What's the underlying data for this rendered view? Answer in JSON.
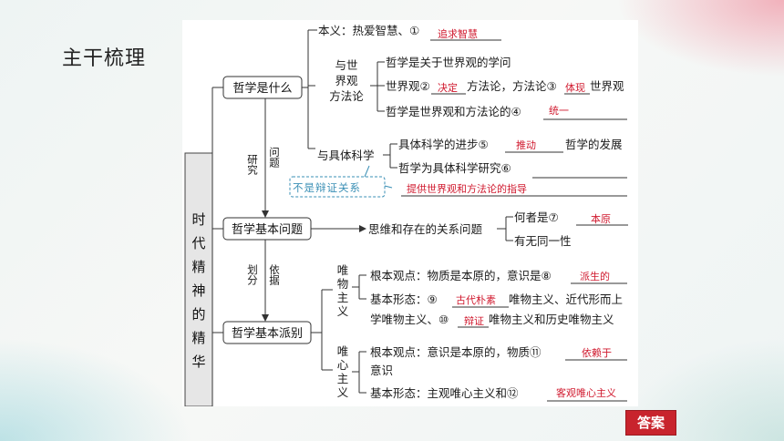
{
  "section_title": "主干梳理",
  "root": "时代精神的精华",
  "nodes": {
    "what": "哲学是什么",
    "basic_question": "哲学基本问题",
    "basic_schools": "哲学基本派别"
  },
  "edge_labels": {
    "research_1": "研究",
    "research_2": "问题",
    "divide_1": "划分",
    "divide_2": "依据",
    "not_dialectic": "不是辩证关系"
  },
  "what_branch": {
    "original_meaning": "本义：热爱智慧、①",
    "ans1": "追求智慧",
    "worldview_group": [
      "与世",
      "界观",
      "方法论"
    ],
    "wv_line1": "哲学是关于世界观的学问",
    "wv_line2_a": "世界观②",
    "ans2": "决定",
    "wv_line2_b": "方法论，方法论③",
    "ans3": "体现",
    "wv_line2_c": "世界观",
    "wv_line3": "哲学是世界观和方法论的④",
    "ans4": "统一",
    "science_group": "与具体科学",
    "sci_line1_a": "具体科学的进步⑤",
    "ans5": "推动",
    "sci_line1_b": "哲学的发展",
    "sci_line2": "哲学为具体科学研究⑥",
    "ans6": "提供世界观和方法论的指导"
  },
  "question_branch": {
    "relation": "思维和存在的关系问题",
    "q1": "何者是⑦",
    "ans7": "本原",
    "q2": "有无同一性"
  },
  "schools_branch": {
    "materialism": [
      "唯",
      "物",
      "主",
      "义"
    ],
    "m_line1": "根本观点：物质是本原的，意识是⑧",
    "ans8": "派生的",
    "m_line2_a": "基本形态：⑨",
    "ans9": "古代朴素",
    "m_line2_b": "唯物主义、近代形而上",
    "m_line3_a": "学唯物主义、⑩",
    "ans10": "辩证",
    "m_line3_b": "唯物主义和历史唯物主义",
    "idealism": [
      "唯",
      "心",
      "主",
      "义"
    ],
    "i_line1": "根本观点：意识是本原的，物质⑪",
    "ans11": "依赖于",
    "i_line1_b": "意识",
    "i_line2": "基本形态：主观唯心主义和⑫",
    "ans12": "客观唯心主义"
  },
  "answer_button": "答案",
  "colors": {
    "answer_red": "#d0192e",
    "dashed_box": "#3a8fb5",
    "button": "#c8242d"
  }
}
